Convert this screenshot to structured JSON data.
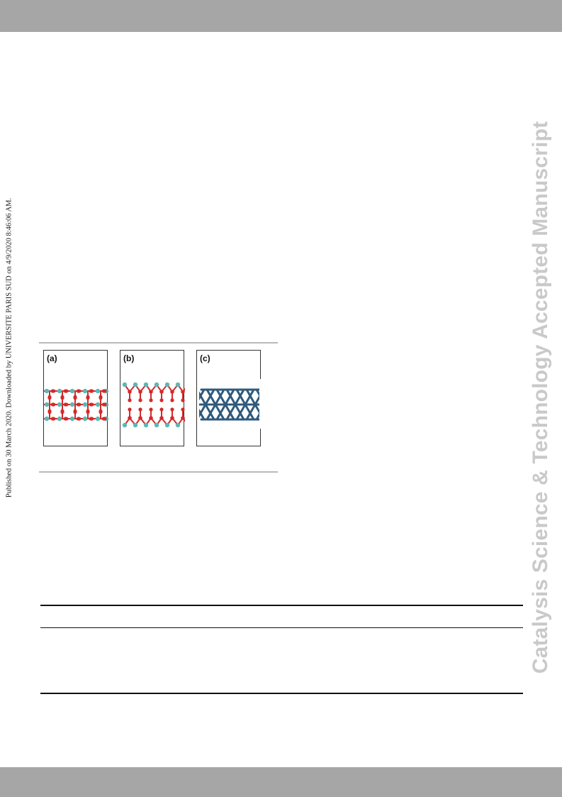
{
  "side_stamp": "Published on 30 March 2020. Downloaded by UNIVERSITE PARIS SUD on 4/9/2020 8:46:06 AM.",
  "watermark": "Catalysis Science & Technology Accepted Manuscript",
  "figure": {
    "panels": [
      {
        "label": "(a)"
      },
      {
        "label": "(b)"
      },
      {
        "label": "(c)"
      }
    ]
  },
  "colors": {
    "atom_red": "#d42a2a",
    "atom_cyan": "#5bb8b5",
    "bond_blue": "#2e5a7d",
    "bar_gray": "#a6a6a6",
    "watermark_gray": "#c9c9c9"
  }
}
